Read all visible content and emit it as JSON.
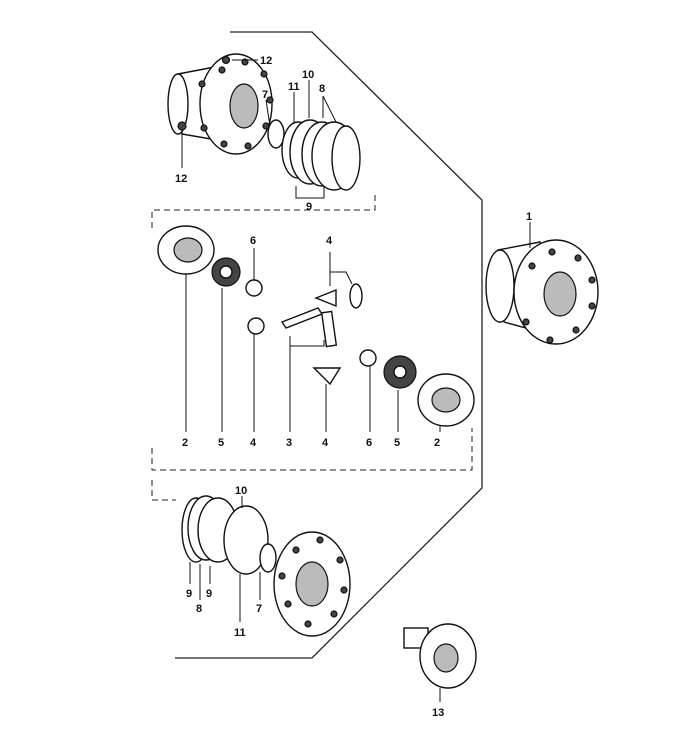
{
  "diagram": {
    "callouts": {
      "c1": "1",
      "c2a": "2",
      "c2b": "2",
      "c3": "3",
      "c4a": "4",
      "c4b": "4",
      "c4c": "4",
      "c5a": "5",
      "c5b": "5",
      "c6a": "6",
      "c6b": "6",
      "c7a": "7",
      "c7b": "7",
      "c8a": "8",
      "c8b": "8",
      "c9a": "9",
      "c9b": "9",
      "c9c": "9",
      "c10a": "10",
      "c10b": "10",
      "c11a": "11",
      "c11b": "11",
      "c12a": "12",
      "c12b": "12",
      "c13": "13"
    }
  }
}
